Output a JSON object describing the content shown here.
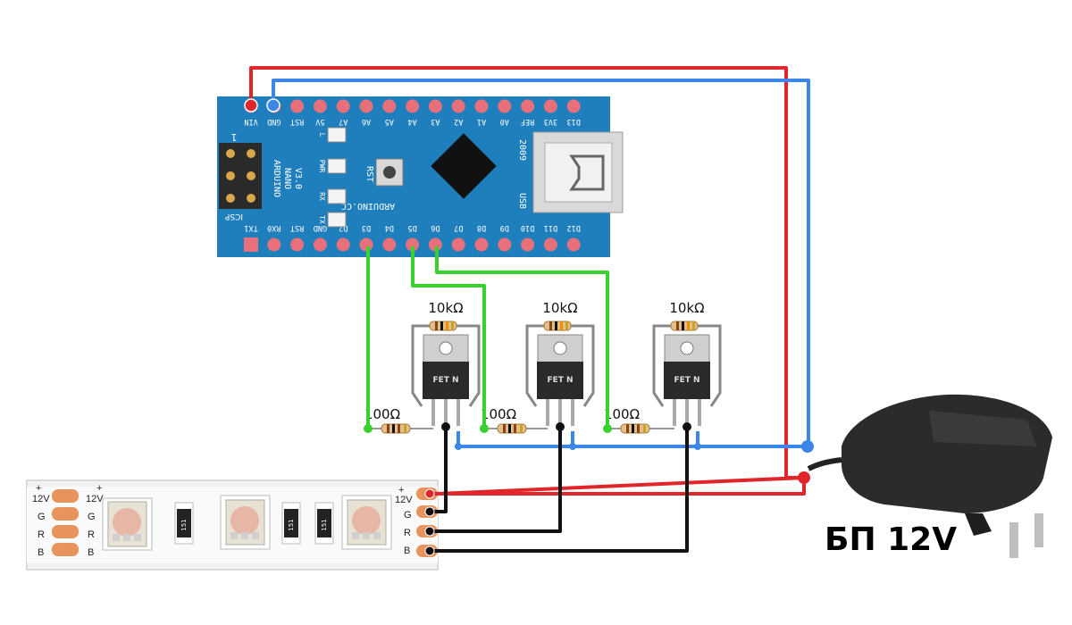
{
  "arduino": {
    "brand": "ARDUINO",
    "model": "NANO",
    "version": "V3.0",
    "site": "ARDUINO.CC",
    "year": "2009",
    "usb_label": "USB",
    "icsp_label": "ICSP",
    "icsp_pin1": "1",
    "rst_button_label": "RST",
    "led_labels": [
      "L",
      "PWR",
      "RX",
      "TX"
    ],
    "top_pins": [
      "VIN",
      "GND",
      "RST",
      "5V",
      "A7",
      "A6",
      "A5",
      "A4",
      "A3",
      "A2",
      "A1",
      "A0",
      "REF",
      "3V3",
      "D13"
    ],
    "bottom_pins": [
      "TX1",
      "RX0",
      "RST",
      "GND",
      "D2",
      "D3",
      "D4",
      "D5",
      "D6",
      "D7",
      "D8",
      "D9",
      "D10",
      "D11",
      "D12"
    ]
  },
  "resistors": {
    "pullup_label": "10kΩ",
    "gate_label": "100Ω"
  },
  "mosfet_label": "FET N",
  "led_strip": {
    "pad_labels": [
      "12V",
      "G",
      "R",
      "B"
    ],
    "plus_sign": "+",
    "smd_codes": [
      "151",
      "151",
      "151"
    ]
  },
  "power_supply": {
    "label": "БП 12V"
  },
  "wire_colors": {
    "positive": "#e0262b",
    "ground": "#3b86e6",
    "signal": "#39d12f",
    "drain": "#111111"
  }
}
